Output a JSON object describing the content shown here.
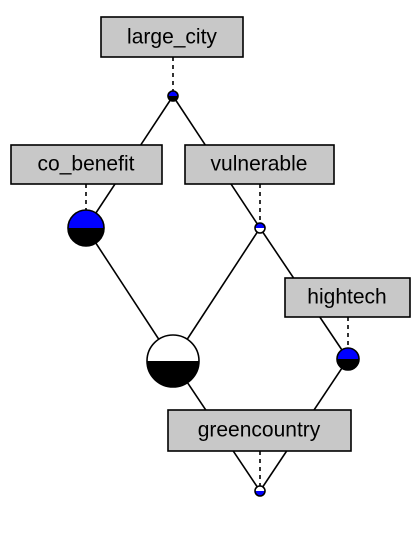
{
  "diagram": {
    "type": "concept-lattice",
    "colors": {
      "extent": "#0000ff",
      "intent": "#000000",
      "empty": "#ffffff",
      "label_fill": "#c8c8c8"
    },
    "labels": {
      "large_city": "large_city",
      "co_benefit": "co_benefit",
      "vulnerable": "vulnerable",
      "hightech": "hightech",
      "greencountry": "greencountry"
    },
    "nodes": [
      {
        "id": "top",
        "top": "blue",
        "bottom": "black"
      },
      {
        "id": "co_benefit_node",
        "top": "blue",
        "bottom": "black"
      },
      {
        "id": "vulnerable_node",
        "top": "blue",
        "bottom": "white"
      },
      {
        "id": "center_node",
        "top": "white",
        "bottom": "black"
      },
      {
        "id": "hightech_node",
        "top": "blue",
        "bottom": "black"
      },
      {
        "id": "bottom",
        "top": "white",
        "bottom": "blue"
      }
    ]
  }
}
